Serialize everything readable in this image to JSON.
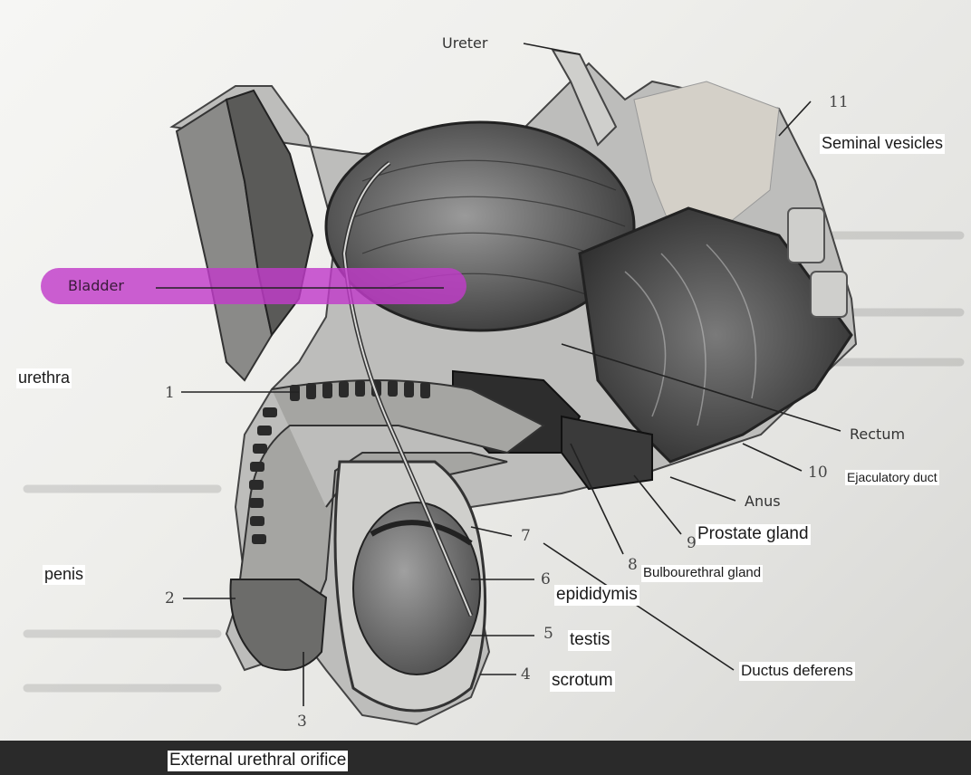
{
  "figure": {
    "printed_labels": {
      "ureter": "Ureter",
      "bladder": "Bladder",
      "rectum": "Rectum",
      "anus": "Anus"
    },
    "numbers": [
      "1",
      "2",
      "3",
      "4",
      "5",
      "6",
      "7",
      "8",
      "9",
      "10",
      "11"
    ],
    "highlight_color": "#c13cc9"
  },
  "labels": {
    "seminal_vesicles": "Seminal vesicles",
    "urethra": "urethra",
    "penis": "penis",
    "ejaculatory_duct": "Ejaculatory duct",
    "prostate_gland": "Prostate gland",
    "bulbourethral_gland": "Bulbourethral gland",
    "epididymis": "epididymis",
    "testis": "testis",
    "ductus_deferens": "Ductus deferens",
    "scrotum": "scrotum",
    "external_urethral_orifice": "External urethral orifice"
  }
}
